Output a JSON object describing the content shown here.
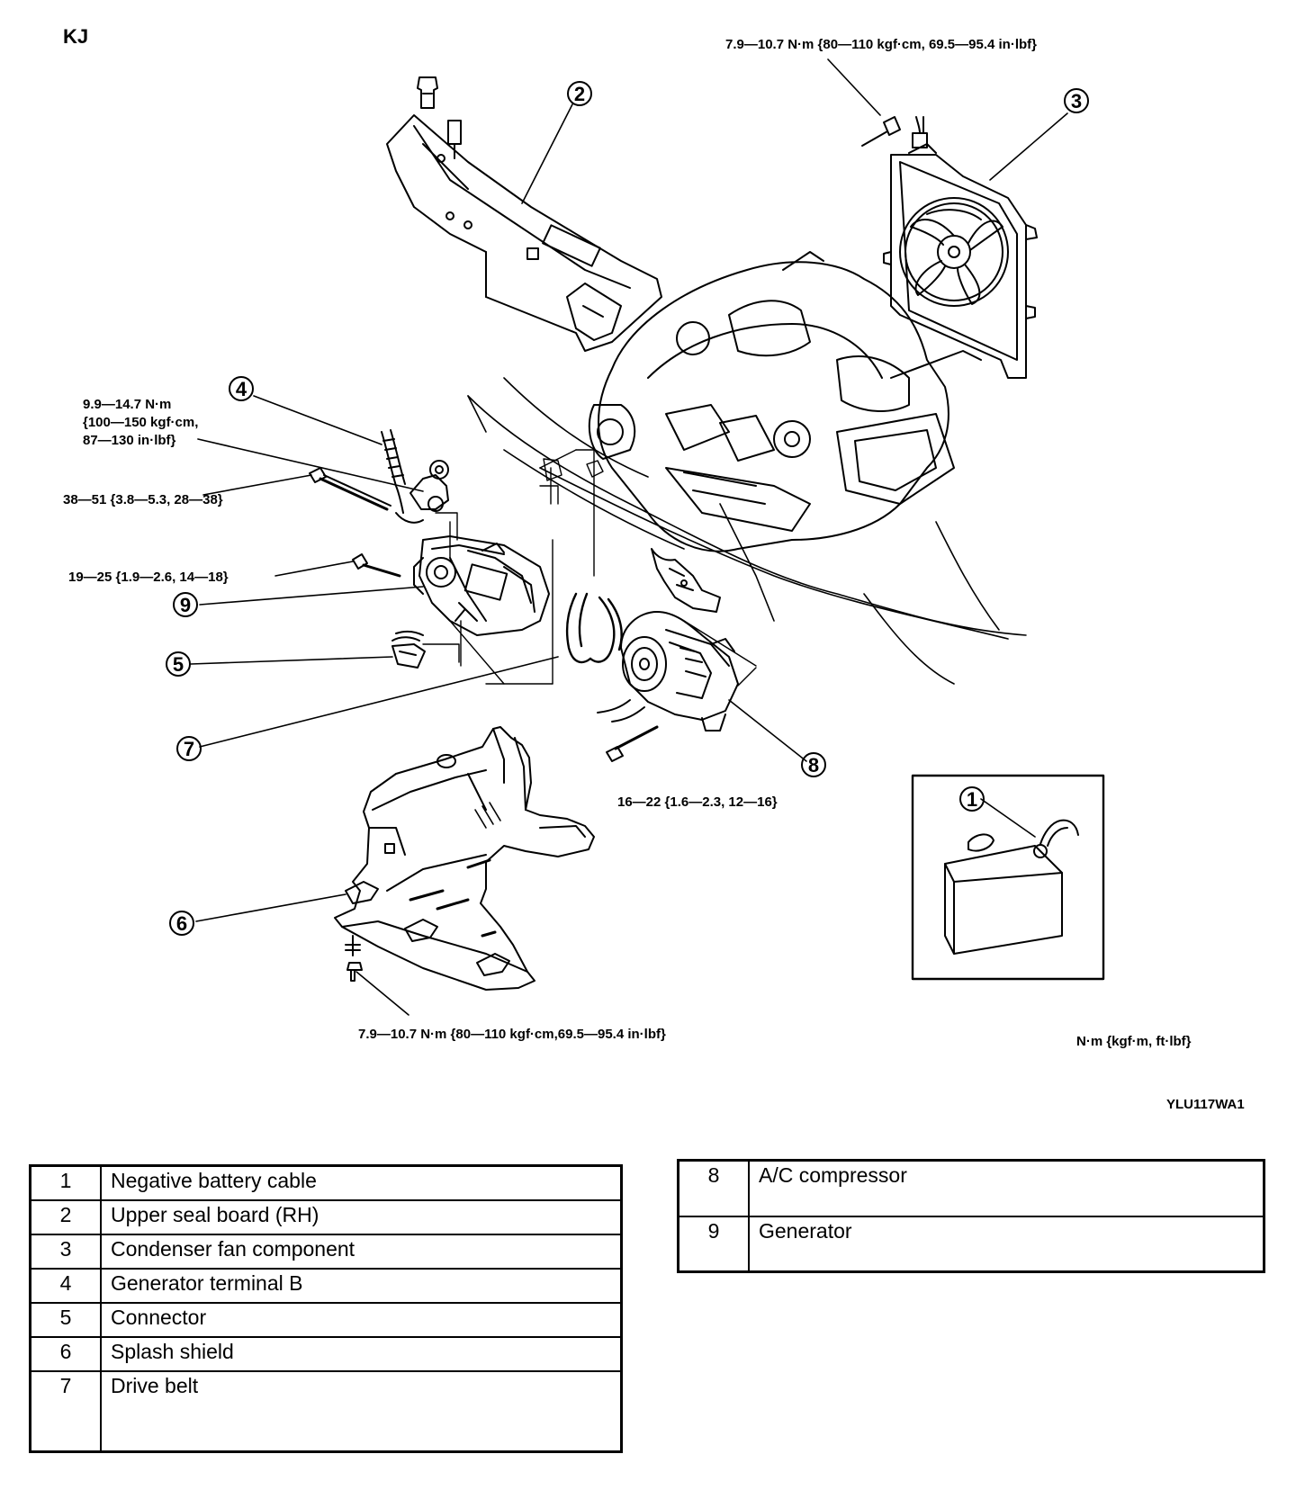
{
  "model_code": "KJ",
  "figure_code": "YLU117WA1",
  "units_note": "N·m {kgf·m, ft·lbf}",
  "callout_numbers": [
    "1",
    "2",
    "3",
    "4",
    "5",
    "6",
    "7",
    "8",
    "9"
  ],
  "torque_specs": {
    "fan_bolt": "7.9—10.7 N·m {80—110 kgf·cm, 69.5—95.4 in·lbf}",
    "terminal_b_line1": "9.9—14.7 N·m",
    "terminal_b_line2": "{100—150 kgf·cm,",
    "terminal_b_line3": "87—130 in·lbf}",
    "generator_upper_bolt": "38—51 {3.8—5.3, 28—38}",
    "generator_lower_bolt": "19—25 {1.9—2.6, 14—18}",
    "compressor_bolt": "16—22 {1.6—2.3, 12—16}",
    "splash_shield_bolt": "7.9—10.7 N·m {80—110 kgf·cm,69.5—95.4 in·lbf}"
  },
  "legend": [
    {
      "num": "1",
      "name": "Negative battery cable"
    },
    {
      "num": "2",
      "name": "Upper seal board (RH)"
    },
    {
      "num": "3",
      "name": "Condenser fan component"
    },
    {
      "num": "4",
      "name": "Generator terminal B"
    },
    {
      "num": "5",
      "name": "Connector"
    },
    {
      "num": "6",
      "name": "Splash shield"
    },
    {
      "num": "7",
      "name": "Drive belt"
    },
    {
      "num": "8",
      "name": "A/C compressor"
    },
    {
      "num": "9",
      "name": "Generator"
    }
  ]
}
